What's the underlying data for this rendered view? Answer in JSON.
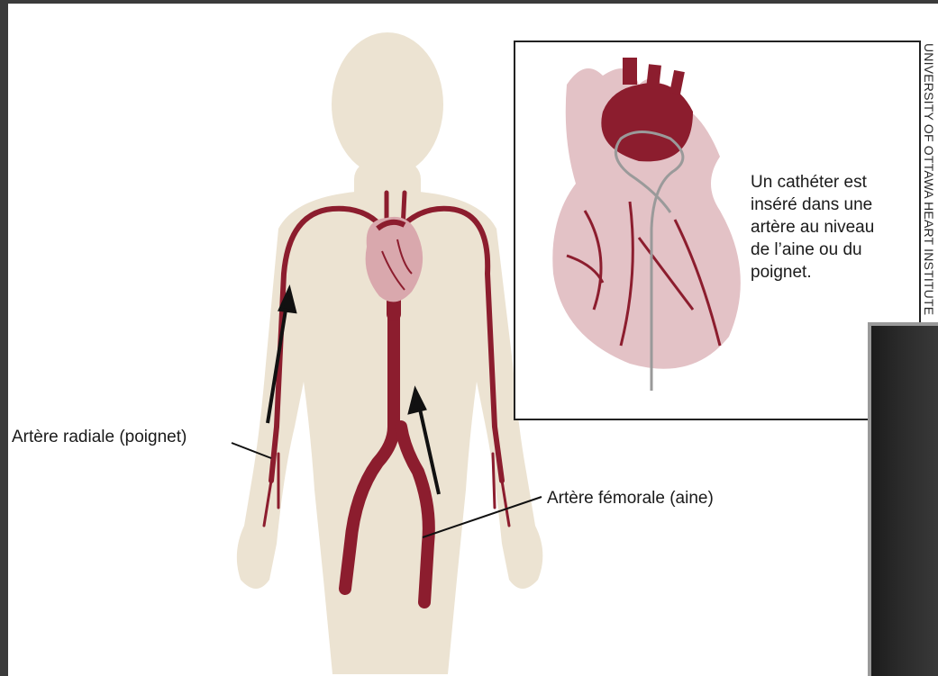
{
  "labels": {
    "radial": "Artère radiale (poignet)",
    "femoral": "Artère fémorale (aine)"
  },
  "inset": {
    "text_lines": [
      "Un cathéter est",
      "inséré dans une",
      "artère au niveau",
      "de l’aine ou du",
      "poignet."
    ]
  },
  "credit": "UNIVERSITY OF OTTAWA HEART INSTITUTE",
  "colors": {
    "body": "#ece3d2",
    "artery": "#8c1d2e",
    "heart": "#d9a8ad",
    "arrow": "#111111"
  }
}
